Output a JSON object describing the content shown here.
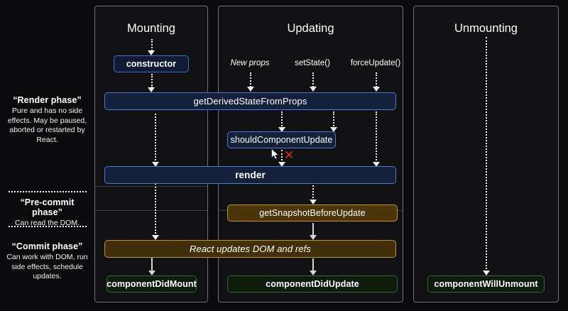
{
  "diagram": {
    "title": "React component lifecycle",
    "colors": {
      "background": "#0b0b0d",
      "panel_bg": "#111113",
      "panel_border": "#6e7073",
      "render_phase_box": "#3f6fc6",
      "commit_phase_box": "#c09235",
      "callback_box": "#2e6b2c",
      "error_mark": "#e02b20"
    }
  },
  "legend": {
    "phases": [
      {
        "title": "“Render phase”",
        "description": "Pure and has no side effects. May be paused, aborted or restarted by React."
      },
      {
        "title": "“Pre-commit phase”",
        "description": "Can read the DOM."
      },
      {
        "title": "“Commit phase”",
        "description": "Can work with DOM, run side effects, schedule updates."
      }
    ]
  },
  "columns": [
    {
      "title": "Mounting"
    },
    {
      "title": "Updating"
    },
    {
      "title": "Unmounting"
    }
  ],
  "triggers": [
    {
      "label": "New props",
      "style": "italic"
    },
    {
      "label": "setState()",
      "style": "normal"
    },
    {
      "label": "forceUpdate()",
      "style": "normal"
    }
  ],
  "boxes": {
    "constructor": "constructor",
    "get_derived_state_from_props": "getDerivedStateFromProps",
    "should_component_update": "shouldComponentUpdate",
    "render": "render",
    "get_snapshot_before_update": "getSnapshotBeforeUpdate",
    "react_updates_dom": "React updates DOM and refs",
    "component_did_mount": "componentDidMount",
    "component_did_update": "componentDidUpdate",
    "component_will_unmount": "componentWillUnmount"
  },
  "marks": {
    "bail_out_x": "✕"
  }
}
